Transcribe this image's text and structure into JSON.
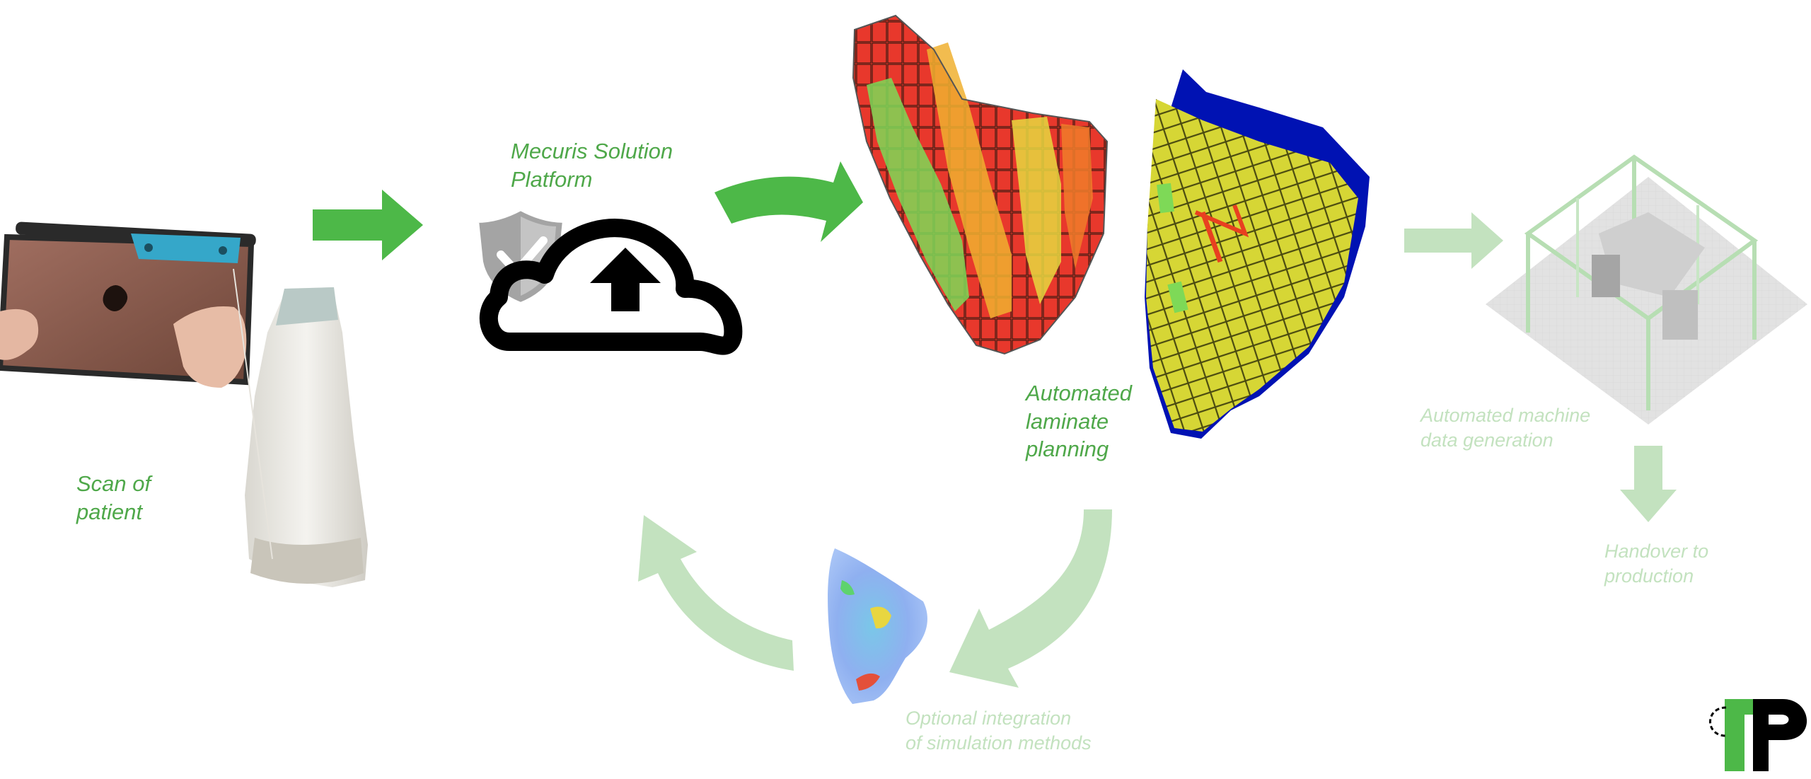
{
  "labels": {
    "scan": [
      "Scan of",
      "patient"
    ],
    "platform": [
      "Mecuris Solution",
      "Platform"
    ],
    "laminate": [
      "Automated",
      "laminate",
      "planning"
    ],
    "machine": [
      "Automated machine",
      "data generation"
    ],
    "handover": [
      "Handover to",
      "production"
    ],
    "simulation": [
      "Optional integration",
      "of simulation methods"
    ]
  },
  "colors": {
    "green": "#4db848",
    "green_faded": "#c3e2bf",
    "text_green": "#4fa84a",
    "text_faded": "#c3e2bf",
    "black": "#000000",
    "blue": "#0012b3",
    "yellow": "#d8d832"
  }
}
